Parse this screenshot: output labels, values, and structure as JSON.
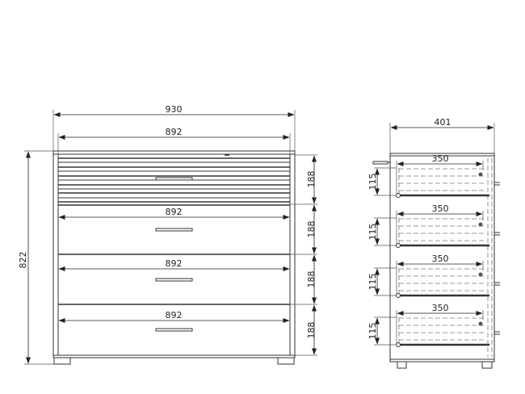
{
  "front_view": {
    "overall_width": "930",
    "inner_width": "892",
    "overall_height": "822",
    "drawer_widths": [
      "892",
      "892",
      "892"
    ],
    "section_heights": [
      "188",
      "188",
      "188",
      "188"
    ]
  },
  "side_view": {
    "overall_depth": "401",
    "drawer_depths": [
      "350",
      "350",
      "350",
      "350"
    ],
    "drawer_heights": [
      "115",
      "115",
      "115",
      "115"
    ]
  }
}
